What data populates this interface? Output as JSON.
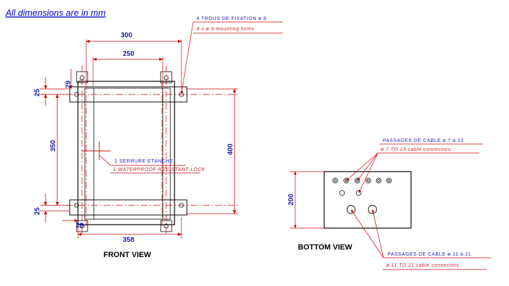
{
  "header": {
    "units_note": "All dimensions are in mm"
  },
  "front_view": {
    "label": "FRONT VIEW",
    "dims": {
      "width_outer": "300",
      "width_inner": "250",
      "width_total": "358",
      "height_mount": "350",
      "height_total": "400",
      "top_offset": "25",
      "bottom_offset": "25",
      "side_top": "29",
      "side_bottom": "29"
    },
    "mounting_holes": {
      "fr": "4 TROUS DE FIXATION ø 9",
      "en": "4 x ø 9 mounting holes"
    },
    "lock": {
      "fr": "1 SERRURE ETANCHE",
      "en": "1 WATERPROOF-RESISTANT LOCK"
    }
  },
  "bottom_view": {
    "label": "BOTTOM VIEW",
    "dims": {
      "height": "200"
    },
    "small_connectors": {
      "fr": "PASSAGES DE CABLE ø 7 a 13",
      "en": "ø 7 TO 13 cable connectors"
    },
    "large_connectors": {
      "fr": "PASSAGES DE CABLE ø 11 à 21",
      "en": "ø 11 TO 21 cable connectors"
    }
  },
  "colors": {
    "outline": "#000000",
    "dimension": "#cc0000",
    "dim_text": "#1a1aa8",
    "note_fr": "#2222bb",
    "note_en": "#cc2222",
    "leader": "#cc0000"
  }
}
